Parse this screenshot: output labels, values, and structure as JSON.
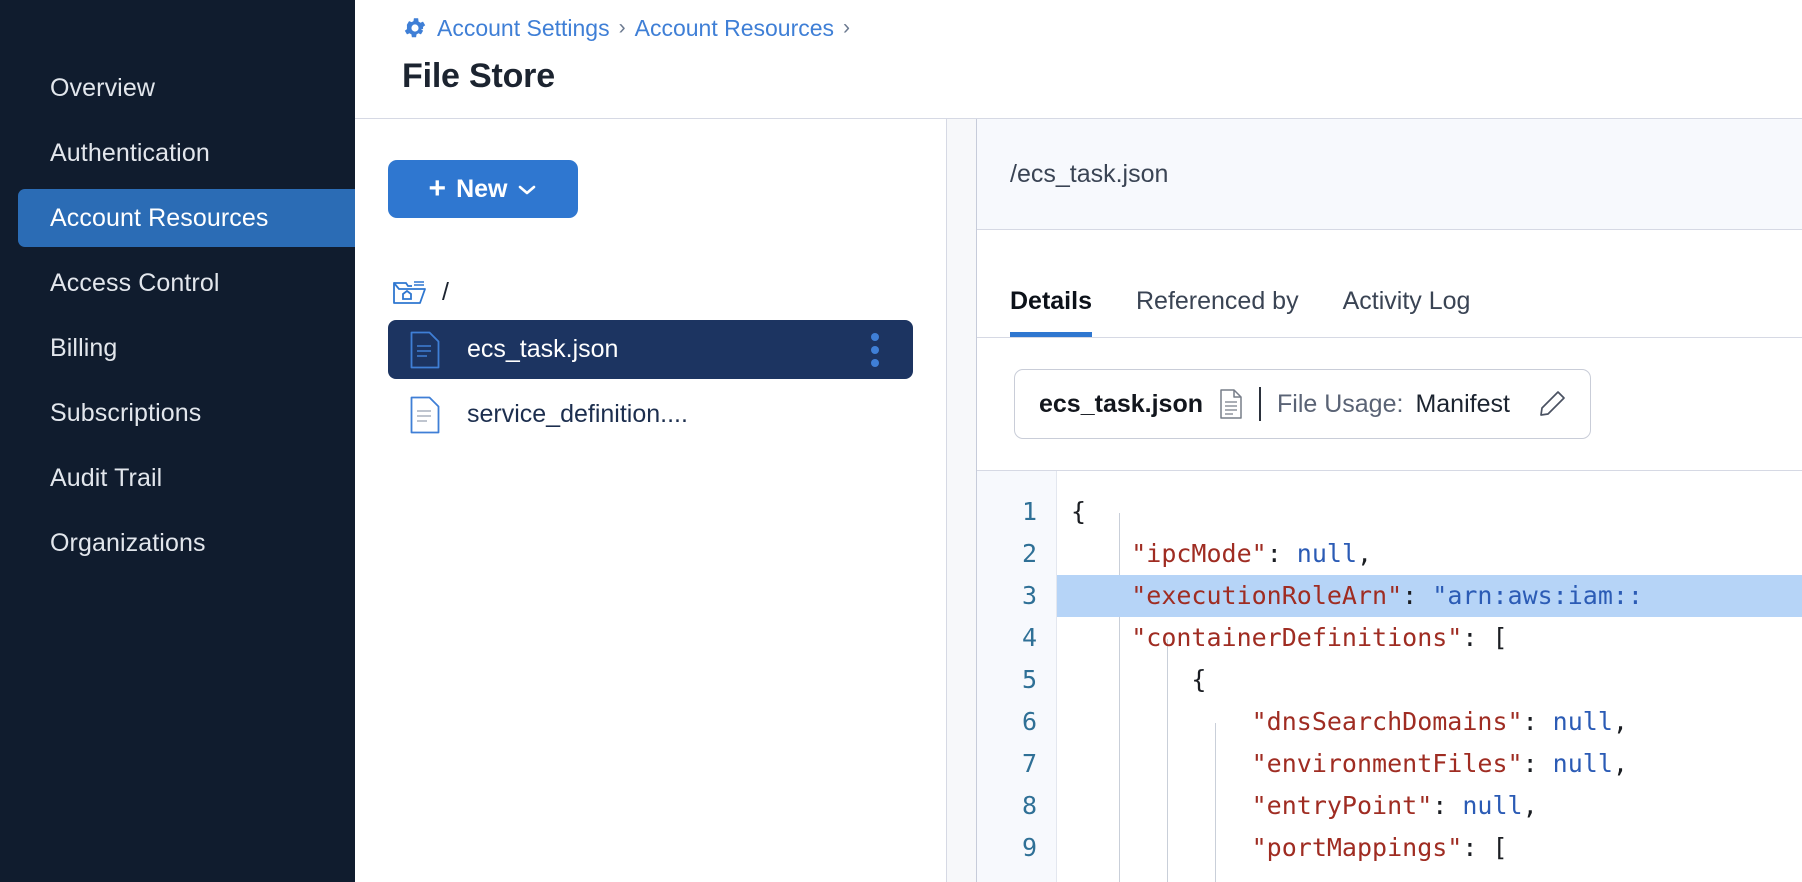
{
  "sidebar": {
    "items": [
      {
        "label": "Overview",
        "active": false
      },
      {
        "label": "Authentication",
        "active": false
      },
      {
        "label": "Account Resources",
        "active": true
      },
      {
        "label": "Access Control",
        "active": false
      },
      {
        "label": "Billing",
        "active": false
      },
      {
        "label": "Subscriptions",
        "active": false
      },
      {
        "label": "Audit Trail",
        "active": false
      },
      {
        "label": "Organizations",
        "active": false
      }
    ]
  },
  "header": {
    "breadcrumb": [
      "Account Settings",
      "Account Resources"
    ],
    "separator": "›",
    "title": "File Store",
    "gear_icon": "gear-icon"
  },
  "tree_panel": {
    "new_button": {
      "label": "New",
      "plus": "+",
      "chevron_icon": "chevron-down-icon"
    },
    "root": {
      "label": "/",
      "icon": "home-folder-icon"
    },
    "files": [
      {
        "name": "ecs_task.json",
        "selected": true,
        "icon": "file-icon",
        "menu_icon": "kebab-menu-icon"
      },
      {
        "name": "service_definition....",
        "selected": false,
        "icon": "file-icon"
      }
    ]
  },
  "detail_panel": {
    "path": "/ecs_task.json",
    "tabs": [
      {
        "label": "Details",
        "active": true
      },
      {
        "label": "Referenced by",
        "active": false
      },
      {
        "label": "Activity Log",
        "active": false
      }
    ],
    "info_card": {
      "filename": "ecs_task.json",
      "doc_icon": "document-icon",
      "usage_label": "File Usage:",
      "usage_value": "Manifest",
      "edit_icon": "pencil-icon"
    }
  },
  "editor": {
    "line_numbers": [
      "1",
      "2",
      "3",
      "4",
      "5",
      "6",
      "7",
      "8",
      "9"
    ],
    "highlighted_line": 3,
    "lines": [
      [
        {
          "t": "pun",
          "s": "{"
        }
      ],
      [
        {
          "t": "pun",
          "s": "    "
        },
        {
          "t": "key",
          "s": "\"ipcMode\""
        },
        {
          "t": "pun",
          "s": ": "
        },
        {
          "t": "val",
          "s": "null"
        },
        {
          "t": "pun",
          "s": ","
        }
      ],
      [
        {
          "t": "pun",
          "s": "    "
        },
        {
          "t": "key",
          "s": "\"executionRoleArn\""
        },
        {
          "t": "pun",
          "s": ": "
        },
        {
          "t": "str",
          "s": "\"arn:aws:iam::"
        }
      ],
      [
        {
          "t": "pun",
          "s": "    "
        },
        {
          "t": "key",
          "s": "\"containerDefinitions\""
        },
        {
          "t": "pun",
          "s": ": ["
        }
      ],
      [
        {
          "t": "pun",
          "s": "        {"
        }
      ],
      [
        {
          "t": "pun",
          "s": "            "
        },
        {
          "t": "key",
          "s": "\"dnsSearchDomains\""
        },
        {
          "t": "pun",
          "s": ": "
        },
        {
          "t": "val",
          "s": "null"
        },
        {
          "t": "pun",
          "s": ","
        }
      ],
      [
        {
          "t": "pun",
          "s": "            "
        },
        {
          "t": "key",
          "s": "\"environmentFiles\""
        },
        {
          "t": "pun",
          "s": ": "
        },
        {
          "t": "val",
          "s": "null"
        },
        {
          "t": "pun",
          "s": ","
        }
      ],
      [
        {
          "t": "pun",
          "s": "            "
        },
        {
          "t": "key",
          "s": "\"entryPoint\""
        },
        {
          "t": "pun",
          "s": ": "
        },
        {
          "t": "val",
          "s": "null"
        },
        {
          "t": "pun",
          "s": ","
        }
      ],
      [
        {
          "t": "pun",
          "s": "            "
        },
        {
          "t": "key",
          "s": "\"portMappings\""
        },
        {
          "t": "pun",
          "s": ": ["
        }
      ]
    ]
  },
  "colors": {
    "sidebar_bg": "#101c2e",
    "accent": "#2f77d0",
    "sidebar_active": "#2b6cb5",
    "row_selected": "#1c3461",
    "link": "#3f7fd6",
    "code_key": "#9f2c22",
    "code_value": "#2b5bb5",
    "line_highlight": "#b6d4f7"
  }
}
